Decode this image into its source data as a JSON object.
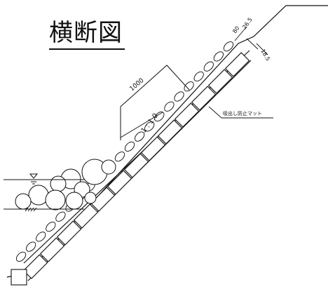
{
  "title": "横断図",
  "labels": {
    "dim_top_1": "80",
    "dim_top_2": "26.5",
    "dim_side": "18.5",
    "dim_1000": "1000",
    "slope": "1 : 1.0",
    "mat_label": "吸出し防止マット"
  },
  "colors": {
    "line": "#111111",
    "background": "#ffffff"
  }
}
